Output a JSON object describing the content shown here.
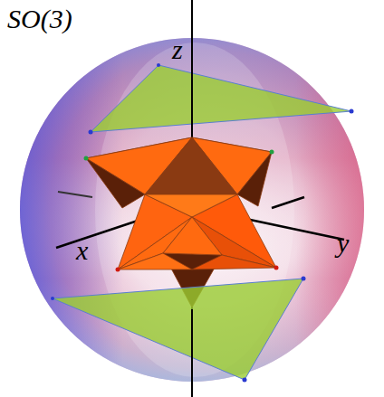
{
  "diagram": {
    "labels": [
      "SO(3)",
      "z",
      "x",
      "y"
    ]
  }
}
